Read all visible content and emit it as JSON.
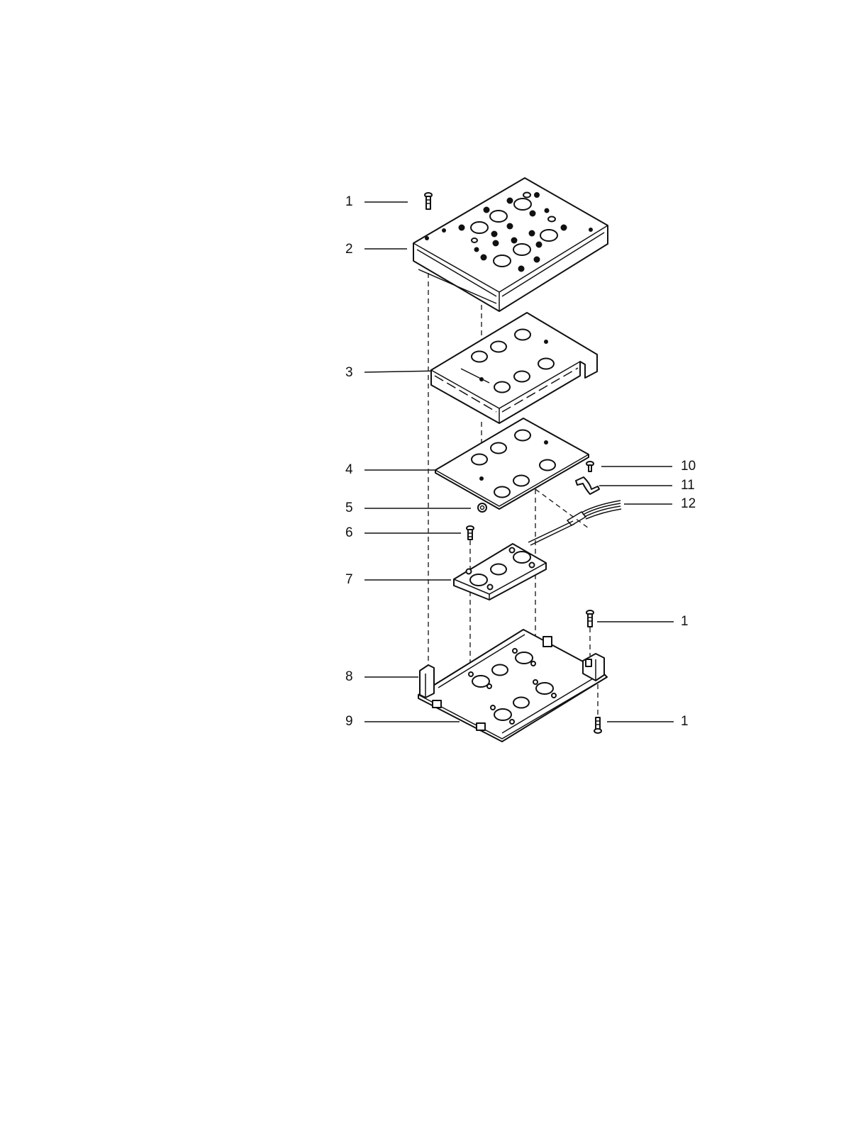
{
  "callouts": [
    {
      "id": "c1a",
      "text": "1"
    },
    {
      "id": "c2",
      "text": "2"
    },
    {
      "id": "c3",
      "text": "3"
    },
    {
      "id": "c4",
      "text": "4"
    },
    {
      "id": "c5",
      "text": "5"
    },
    {
      "id": "c6",
      "text": "6"
    },
    {
      "id": "c7",
      "text": "7"
    },
    {
      "id": "c8",
      "text": "8"
    },
    {
      "id": "c9",
      "text": "9"
    },
    {
      "id": "c10",
      "text": "10"
    },
    {
      "id": "c11",
      "text": "11"
    },
    {
      "id": "c12",
      "text": "12"
    },
    {
      "id": "c1b",
      "text": "1"
    },
    {
      "id": "c1c",
      "text": "1"
    }
  ]
}
